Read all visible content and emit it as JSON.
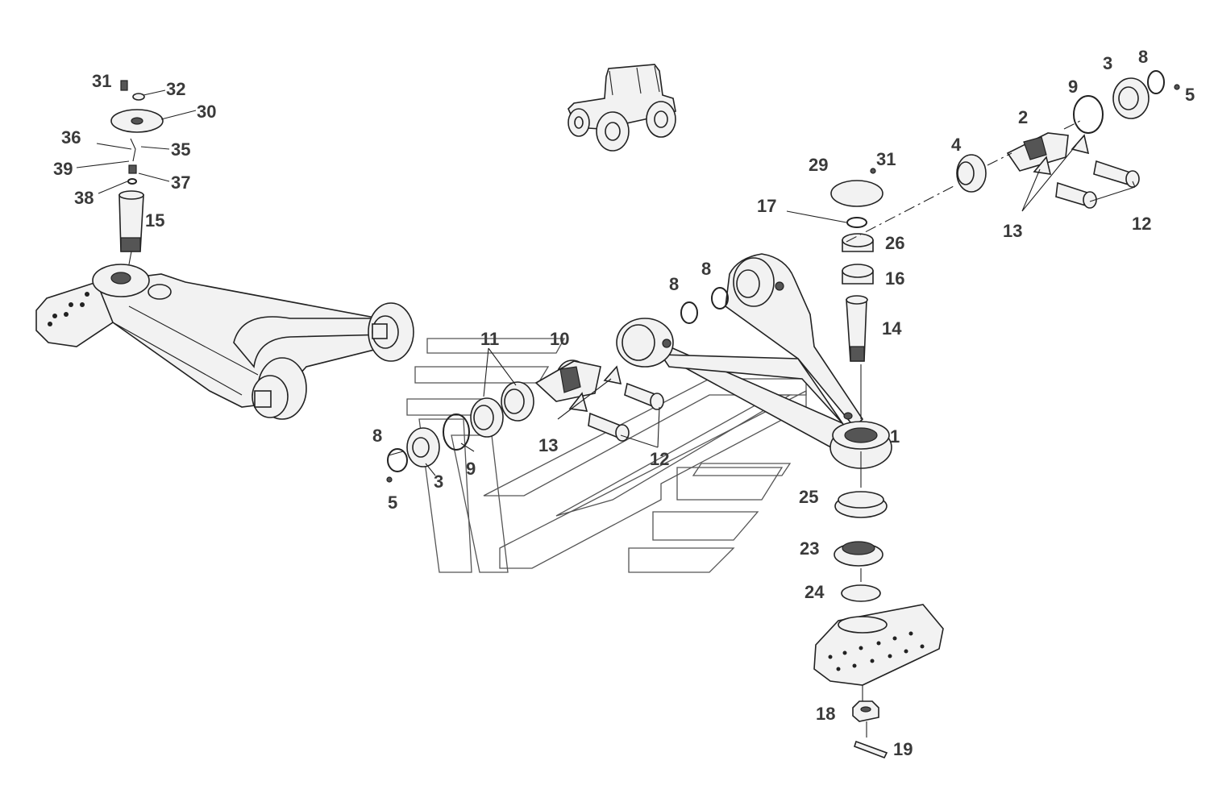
{
  "figure": {
    "callouts": [
      {
        "id": "c31a",
        "text": "31"
      },
      {
        "id": "c32",
        "text": "32"
      },
      {
        "id": "c30",
        "text": "30"
      },
      {
        "id": "c36",
        "text": "36"
      },
      {
        "id": "c35",
        "text": "35"
      },
      {
        "id": "c39",
        "text": "39"
      },
      {
        "id": "c37",
        "text": "37"
      },
      {
        "id": "c38",
        "text": "38"
      },
      {
        "id": "c15",
        "text": "15"
      },
      {
        "id": "c29",
        "text": "29"
      },
      {
        "id": "c31b",
        "text": "31"
      },
      {
        "id": "c17",
        "text": "17"
      },
      {
        "id": "c26",
        "text": "26"
      },
      {
        "id": "c16",
        "text": "16"
      },
      {
        "id": "c14",
        "text": "14"
      },
      {
        "id": "c8a",
        "text": "8"
      },
      {
        "id": "c8b",
        "text": "8"
      },
      {
        "id": "c11",
        "text": "11"
      },
      {
        "id": "c10",
        "text": "10"
      },
      {
        "id": "c13a",
        "text": "13"
      },
      {
        "id": "c12a",
        "text": "12"
      },
      {
        "id": "c8c",
        "text": "8"
      },
      {
        "id": "c9a",
        "text": "9"
      },
      {
        "id": "c3a",
        "text": "3"
      },
      {
        "id": "c5a",
        "text": "5"
      },
      {
        "id": "c1",
        "text": "1"
      },
      {
        "id": "c25",
        "text": "25"
      },
      {
        "id": "c23",
        "text": "23"
      },
      {
        "id": "c24",
        "text": "24"
      },
      {
        "id": "c18",
        "text": "18"
      },
      {
        "id": "c19",
        "text": "19"
      },
      {
        "id": "c4",
        "text": "4"
      },
      {
        "id": "c2",
        "text": "2"
      },
      {
        "id": "c9b",
        "text": "9"
      },
      {
        "id": "c3b",
        "text": "3"
      },
      {
        "id": "c8d",
        "text": "8"
      },
      {
        "id": "c5b",
        "text": "5"
      },
      {
        "id": "c13b",
        "text": "13"
      },
      {
        "id": "c12b",
        "text": "12"
      }
    ]
  }
}
